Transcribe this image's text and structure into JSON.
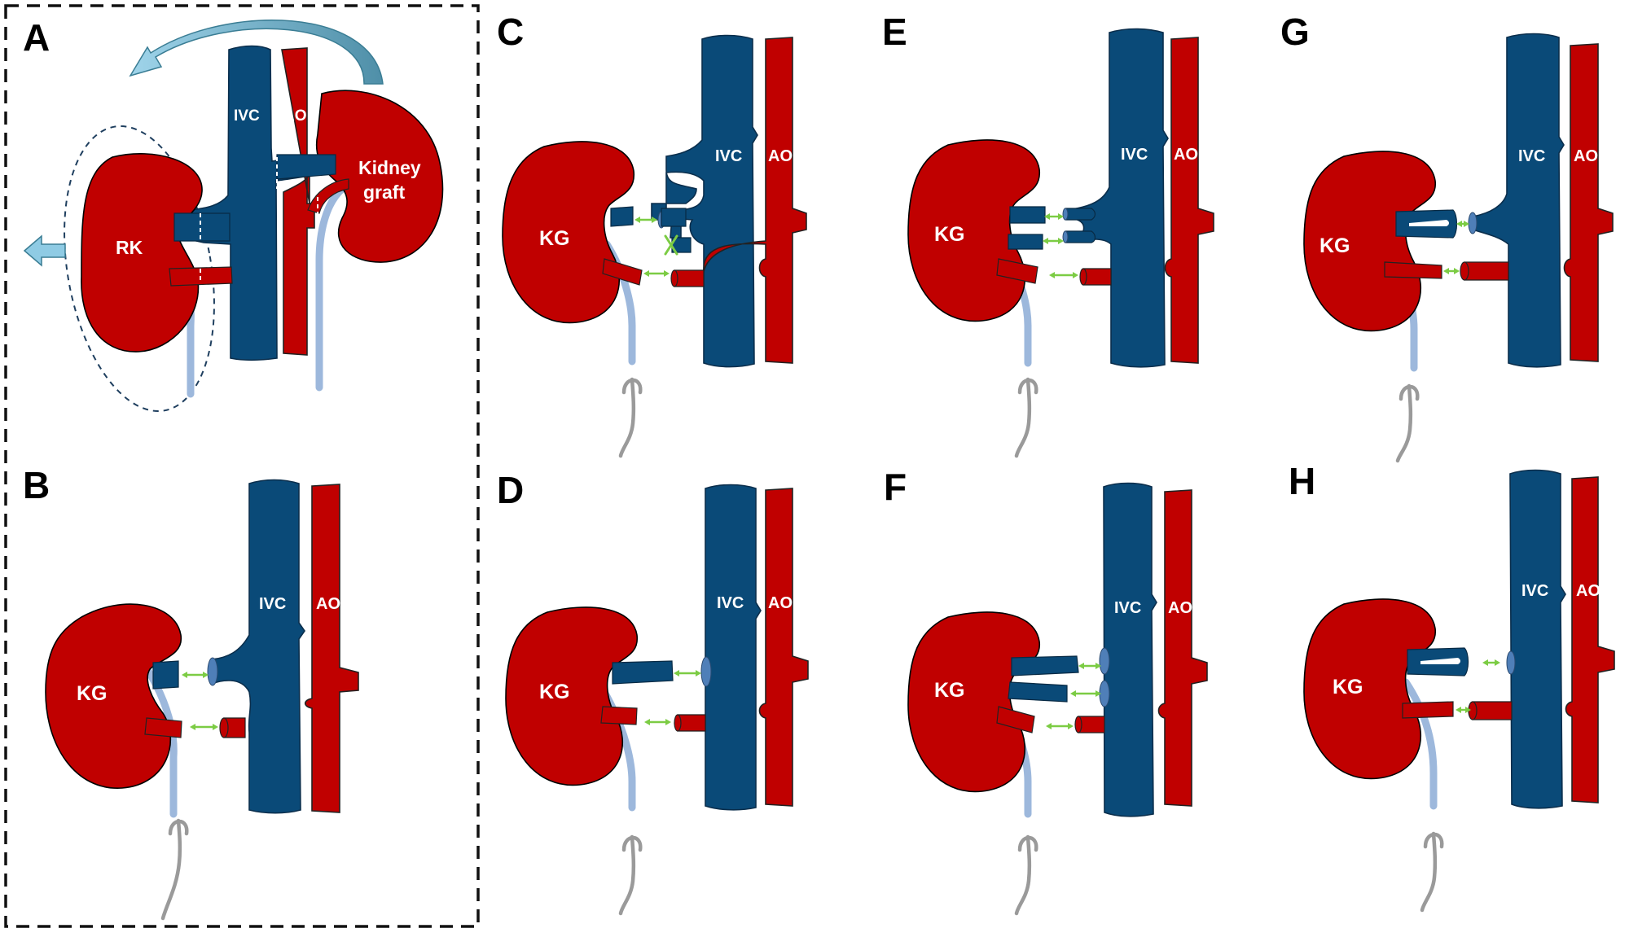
{
  "panel_letters": {
    "a": "A",
    "b": "B",
    "c": "C",
    "d": "D",
    "e": "E",
    "f": "F",
    "g": "G",
    "h": "H"
  },
  "labels": {
    "ivc": "IVC",
    "ao": "AO",
    "rk": "RK",
    "kg": "KG",
    "kidney_graft_line1": "Kidney",
    "kidney_graft_line2": "graft"
  },
  "colors": {
    "kidney": "#c00000",
    "artery": "#c00000",
    "vein": "#0a4a78",
    "ureter": "#9db8dc",
    "anastomosis_arrow": "#7ccc44",
    "transfer_arrow": "#7fc4dc",
    "hook": "#9a9a9a"
  },
  "icons": {
    "transfer": "curved-transfer-arrow-icon",
    "removal": "left-arrow-icon",
    "ligation": "x-mark-icon",
    "retractor": "hook-icon"
  }
}
